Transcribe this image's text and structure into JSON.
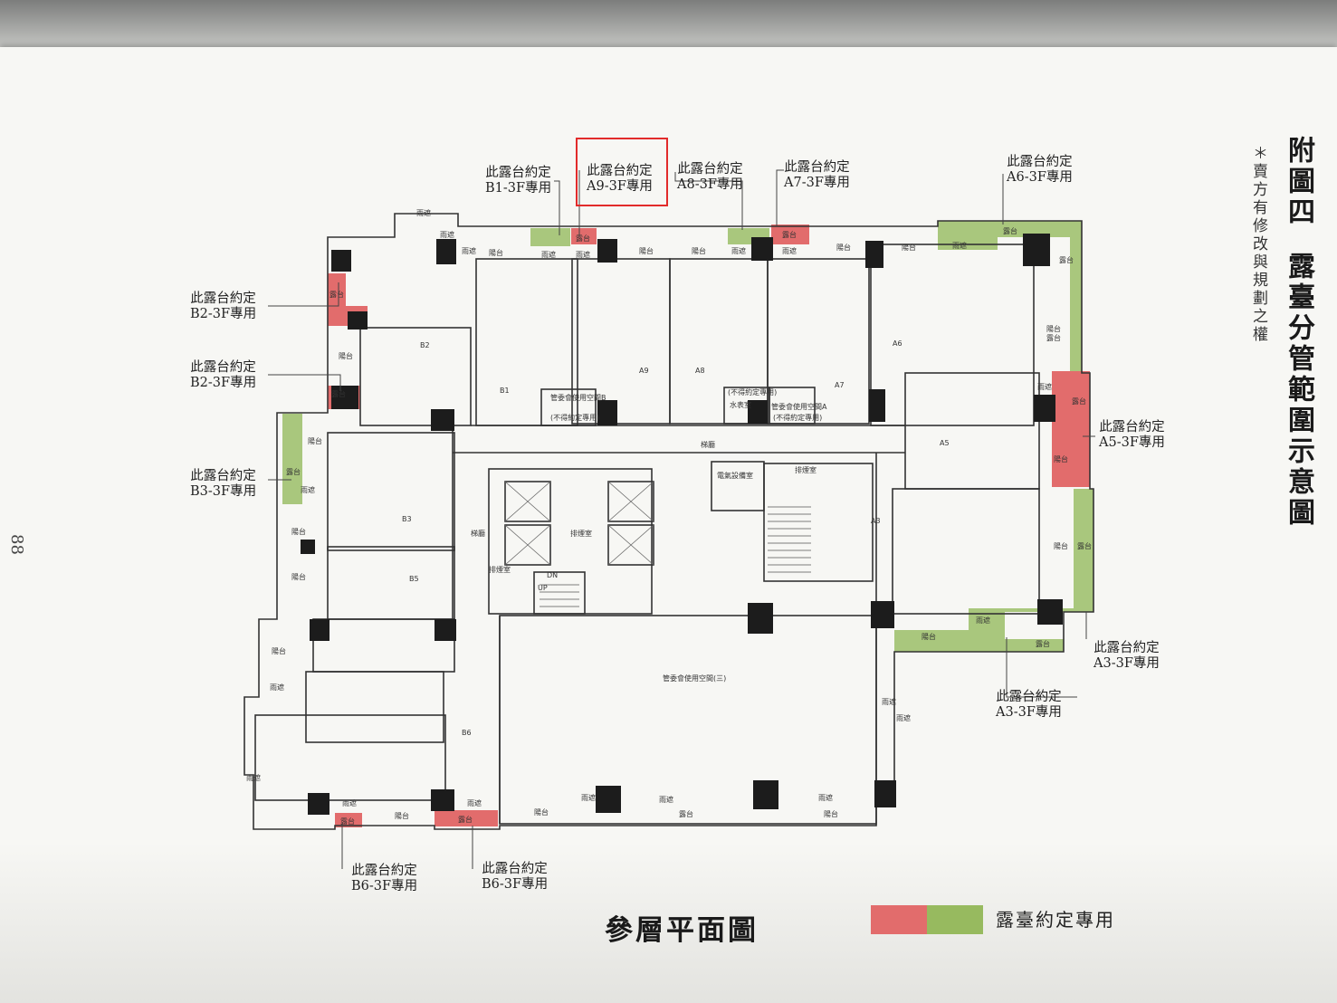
{
  "page": {
    "title_part1": "附圖四",
    "title_part2": "露臺分管範圍示意圖",
    "note": "＊賣方有修改與規劃之權",
    "page_number": "88"
  },
  "plan_title": "參層平面圖",
  "legend": {
    "label": "露臺約定專用",
    "colors": [
      "#e26c6c",
      "#97ba5f"
    ]
  },
  "callouts": [
    {
      "id": "b1",
      "line1": "此露台約定",
      "line2": "B1-3F專用"
    },
    {
      "id": "a9",
      "line1": "此露台約定",
      "line2": "A9-3F專用"
    },
    {
      "id": "a8",
      "line1": "此露台約定",
      "line2": "A8-3F專用"
    },
    {
      "id": "a7",
      "line1": "此露台約定",
      "line2": "A7-3F專用"
    },
    {
      "id": "a6",
      "line1": "此露台約定",
      "line2": "A6-3F專用"
    },
    {
      "id": "b2a",
      "line1": "此露台約定",
      "line2": "B2-3F專用"
    },
    {
      "id": "b2b",
      "line1": "此露台約定",
      "line2": "B2-3F專用"
    },
    {
      "id": "b3",
      "line1": "此露台約定",
      "line2": "B3-3F專用"
    },
    {
      "id": "a5",
      "line1": "此露台約定",
      "line2": "A5-3F專用"
    },
    {
      "id": "a3a",
      "line1": "此露台約定",
      "line2": "A3-3F專用"
    },
    {
      "id": "a3b",
      "line1": "此露台約定",
      "line2": "A3-3F專用"
    },
    {
      "id": "b6a",
      "line1": "此露台約定",
      "line2": "B6-3F專用"
    },
    {
      "id": "b6b",
      "line1": "此露台約定",
      "line2": "B6-3F專用"
    }
  ],
  "plan_labels": {
    "terrace": "露台",
    "balcony": "陽台",
    "canopy": "雨遮",
    "corridor": "梯廳",
    "lobby": "梯廳",
    "stair_room": "排煙室",
    "shared_b": "管委會使用空間B",
    "shared_b_note": "(不得約定專用)",
    "shared_a": "管委會使用空間A",
    "shared_a_note": "(不得約定專用)",
    "water_meter": "水表室",
    "elec_room": "電氣設備室",
    "shared_3": "管委會使用空間(三)",
    "up": "UP",
    "dn": "DN",
    "units": [
      "B1",
      "A9",
      "A8",
      "A7",
      "A6",
      "B2",
      "B3",
      "B5",
      "A5",
      "A3",
      "B6"
    ]
  }
}
